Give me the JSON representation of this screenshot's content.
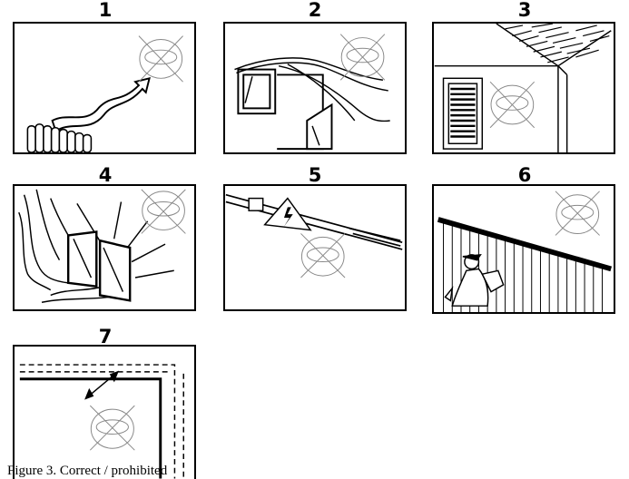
{
  "figure": {
    "panels": [
      {
        "number": "1",
        "icon": "radiator-heat-icon"
      },
      {
        "number": "2",
        "icon": "window-draft-icon"
      },
      {
        "number": "3",
        "icon": "ventilation-grille-icon"
      },
      {
        "number": "4",
        "icon": "sunlight-window-icon"
      },
      {
        "number": "5",
        "icon": "electrical-hazard-icon"
      },
      {
        "number": "6",
        "icon": "outdoor-wall-icon"
      },
      {
        "number": "7",
        "icon": "wall-clearance-icon"
      }
    ],
    "caption": "Figure 3. Correct / prohibited"
  }
}
